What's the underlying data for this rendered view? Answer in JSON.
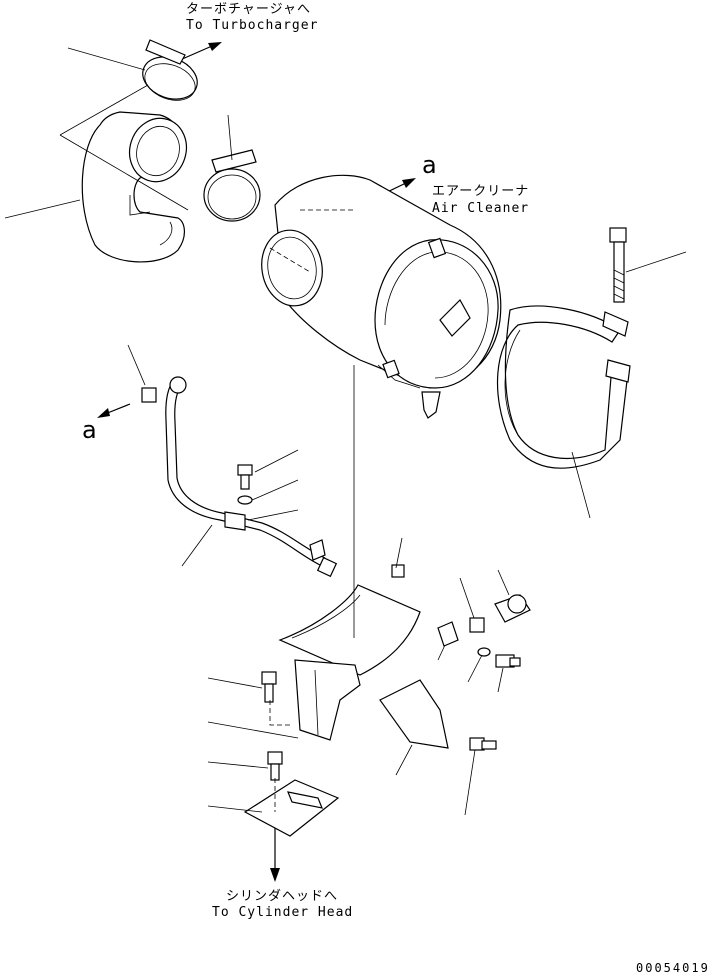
{
  "labels": {
    "turbo_ja": "ターボチャージャへ",
    "turbo_en": "To Turbocharger",
    "aircleaner_ja": "エアークリーナ",
    "aircleaner_en": "Air Cleaner",
    "cylinder_ja": "シリンダヘッドへ",
    "cylinder_en": "To Cylinder Head",
    "view_a_top": "a",
    "view_a_left": "a"
  },
  "document_number": "00054019"
}
